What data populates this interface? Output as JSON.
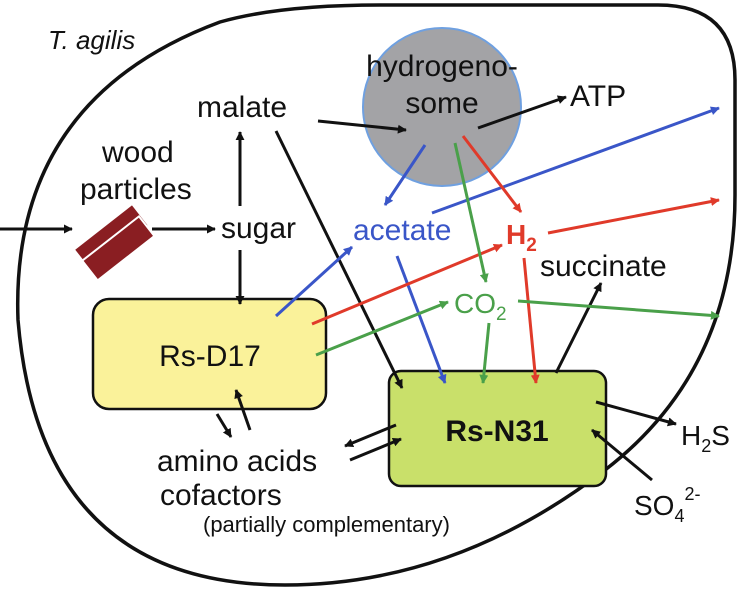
{
  "cell": {
    "title": "T. agilis"
  },
  "organelle": {
    "line1": "hydrogeno-",
    "line2": "some"
  },
  "labels": {
    "atp": "ATP",
    "malate": "malate",
    "wood_line1": "wood",
    "wood_line2": "particles",
    "sugar": "sugar",
    "acetate": "acetate",
    "h2_main": "H",
    "h2_sub": "2",
    "succinate": "succinate",
    "co2_main": "CO",
    "co2_sub": "2",
    "amino_acids": "amino acids",
    "cofactors": "cofactors",
    "complementary": "(partially complementary)",
    "h2s_h": "H",
    "h2s_sub": "2",
    "h2s_s": "S",
    "so4_main": "SO",
    "so4_sub": "4",
    "so4_sup": "2-"
  },
  "boxes": {
    "rs_d17": "Rs-D17",
    "rs_n31": "Rs-N31"
  },
  "colors": {
    "black_arrow": "#111111",
    "blue_arrow": "#3a56c8",
    "red_arrow": "#e03a2a",
    "green_arrow": "#4aa04a",
    "hydrogenosome_fill": "#a3a3a6",
    "hydrogenosome_stroke": "#6fa0e0",
    "rs_d17_fill": "#faf29a",
    "rs_n31_fill": "#c9e06a",
    "wood": "#8a1e22"
  }
}
